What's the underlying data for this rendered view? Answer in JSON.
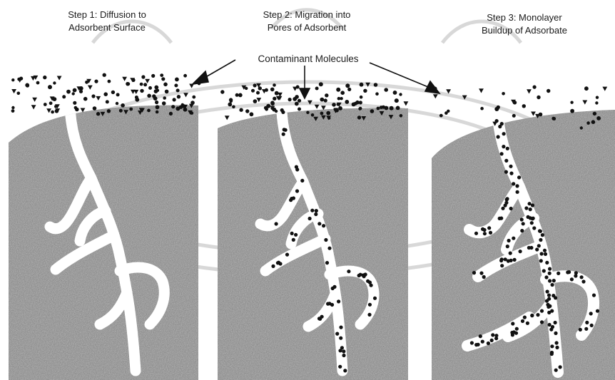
{
  "steps": [
    {
      "line1": "Step 1: Diffusion to",
      "line2": "Adsorbent Surface"
    },
    {
      "line1": "Step 2: Migration into",
      "line2": "Pores of Adsorbent"
    },
    {
      "line1": "Step 3: Monolayer",
      "line2": "Buildup of Adsorbate"
    }
  ],
  "callout": "Contaminant Molecules",
  "colors": {
    "adsorbent": "#8d8d8d",
    "pore": "#ffffff",
    "molecule": "#111111",
    "watermark": "#cfcfcf"
  }
}
